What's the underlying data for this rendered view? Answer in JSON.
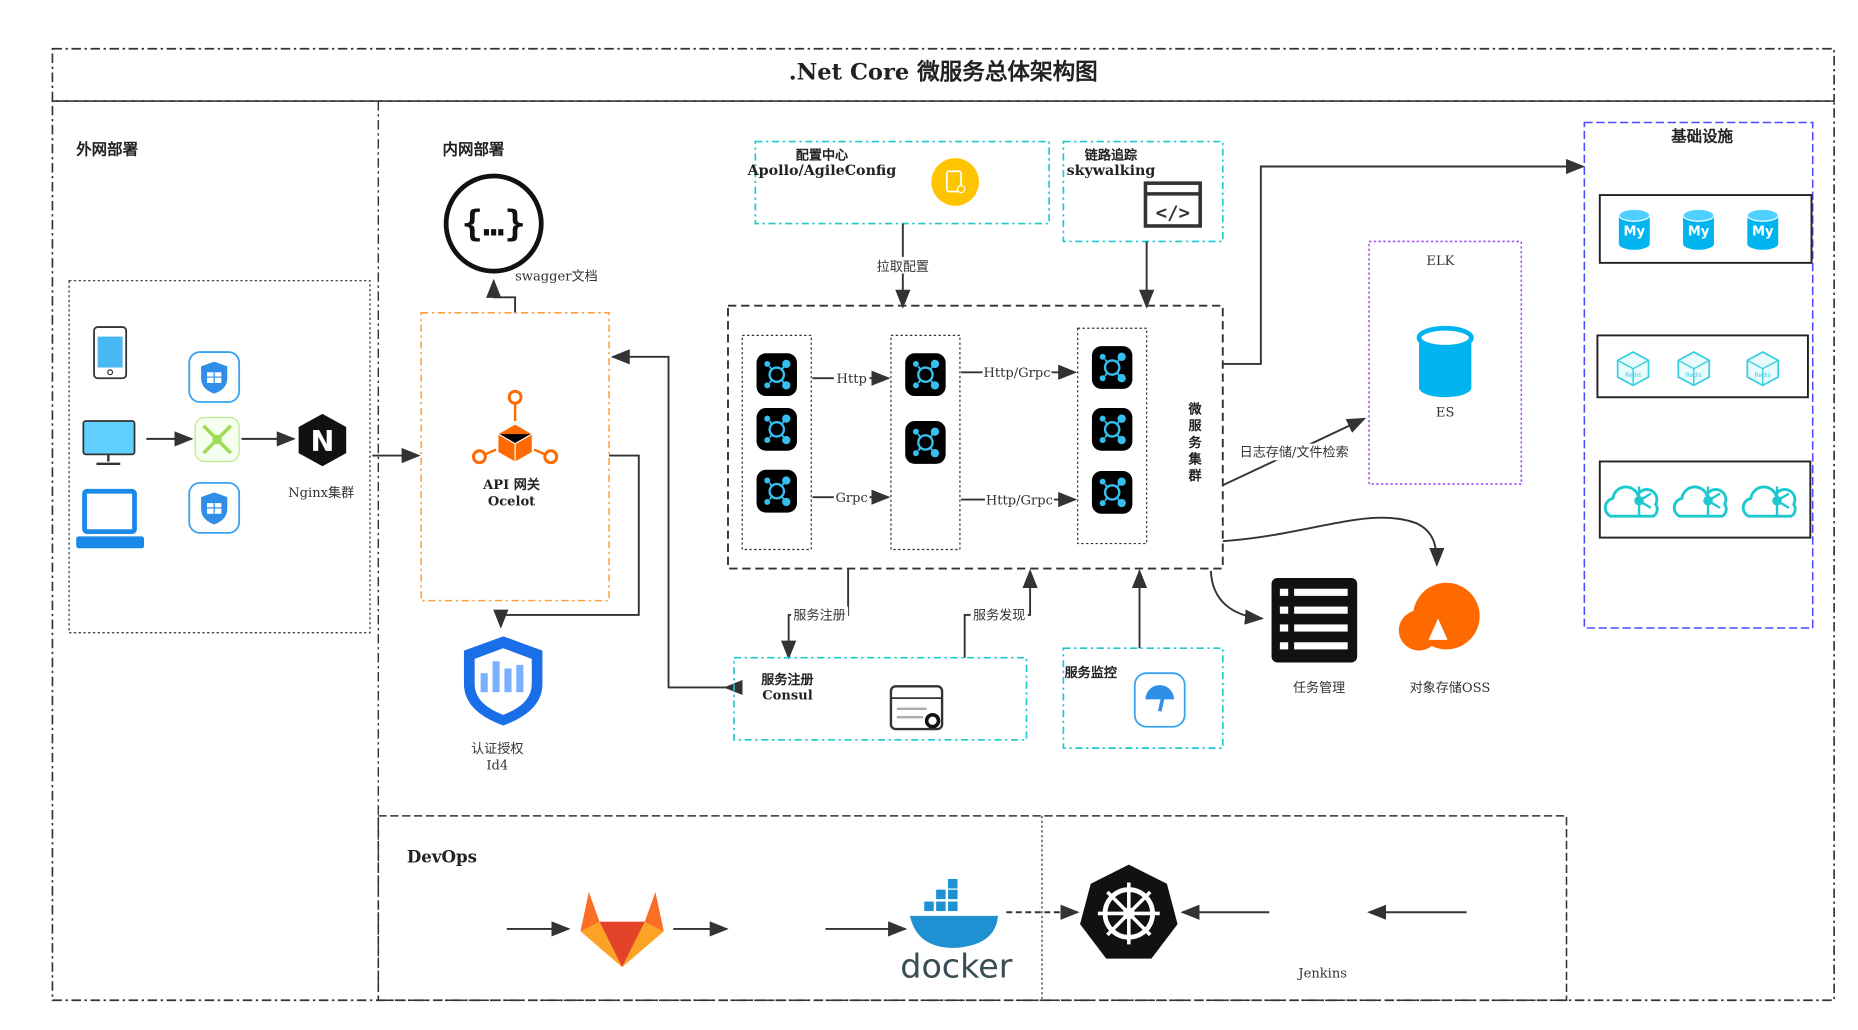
{
  "title": ".Net Core 微服务总体架构图",
  "external": {
    "label": "外网部署",
    "nginx_label": "Nginx集群"
  },
  "internal": {
    "label": "内网部署",
    "swagger_label": "swagger文档",
    "gateway_line1": "API 网关",
    "gateway_line2": "Ocelot",
    "auth_line1": "认证授权",
    "auth_line2": "Id4"
  },
  "config": {
    "line1": "配置中心",
    "line2": "Apollo/AgileConfig",
    "pull_label": "拉取配置"
  },
  "tracing": {
    "line1": "链路追踪",
    "line2": "skywalking"
  },
  "cluster": {
    "label": "微服务集群",
    "edges": [
      "Http",
      "Grpc",
      "Http/Grpc",
      "Http/Grpc"
    ]
  },
  "registry": {
    "line1": "服务注册",
    "line2": "Consul",
    "register_label": "服务注册",
    "discover_label": "服务发现"
  },
  "monitor": {
    "label": "服务监控"
  },
  "elk": {
    "label": "ELK",
    "es_label": "ES",
    "log_label": "日志存储/文件检索"
  },
  "tasks": {
    "label": "任务管理"
  },
  "oss": {
    "label": "对象存储OSS"
  },
  "infra": {
    "label": "基础设施",
    "mysql_text": "My",
    "redis_text": "Redis"
  },
  "devops": {
    "label": "DevOps",
    "docker_label": "docker",
    "jenkins_label": "Jenkins"
  },
  "colors": {
    "cyan": "#1ec8cf",
    "orange": "#ff6a00",
    "blue": "#36c0f0",
    "purple": "#a64dff",
    "infra_blue": "#4a4aff",
    "yellow": "#ffc400"
  }
}
